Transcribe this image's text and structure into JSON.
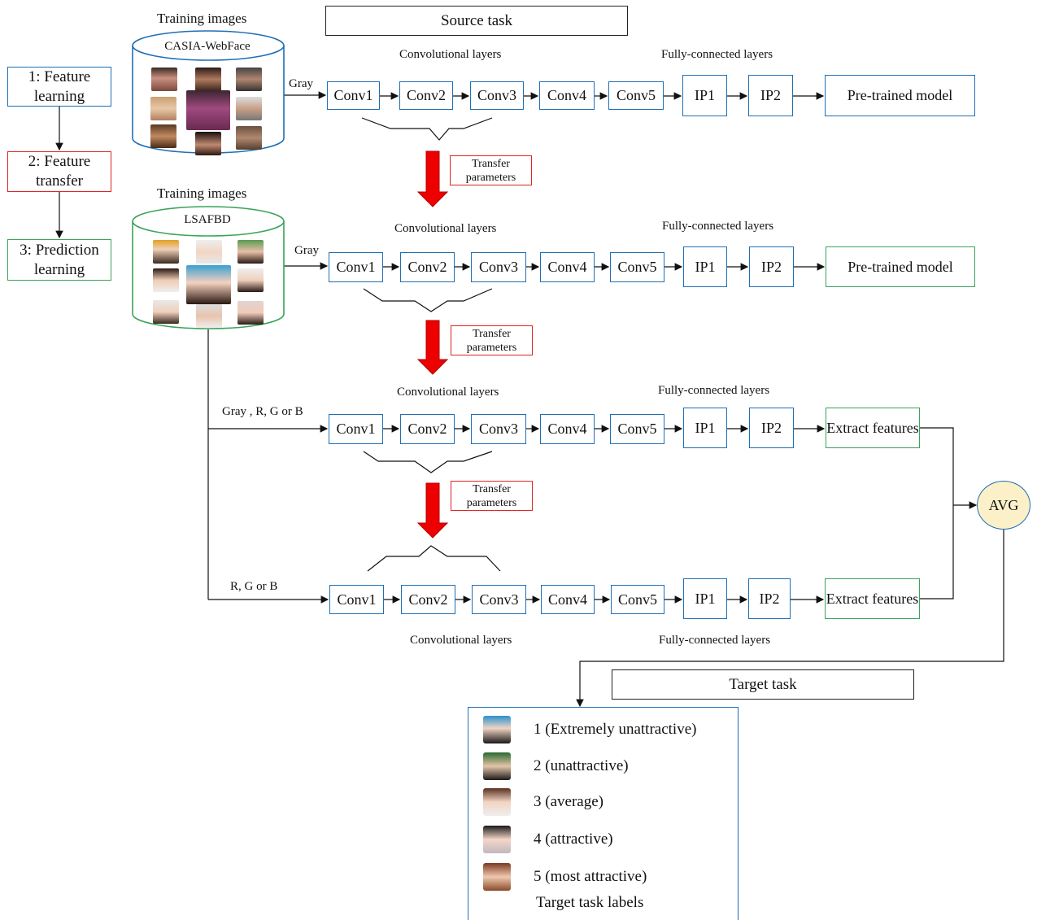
{
  "title_source": "Source task",
  "title_target": "Target task",
  "steps": [
    "1: Feature learning",
    "2: Feature transfer",
    "3: Prediction learning"
  ],
  "training_images_label": "Training images",
  "db1_name": "CASIA-WebFace",
  "db2_name": "LSAFBD",
  "conv_layers_label": "Convolutional layers",
  "fc_layers_label": "Fully-connected layers",
  "transfer_label": "Transfer parameters",
  "row1": {
    "input": "Gray",
    "end": "Pre-trained model"
  },
  "row2": {
    "input": "Gray",
    "end": "Pre-trained model"
  },
  "row3": {
    "input": "Gray , R, G or B",
    "end": "Extract features"
  },
  "row4": {
    "input": "R, G or B",
    "end": "Extract features"
  },
  "layers": [
    "Conv1",
    "Conv2",
    "Conv3",
    "Conv4",
    "Conv5",
    "IP1",
    "IP2"
  ],
  "avg_label": "AVG",
  "labels": [
    "1 (Extremely unattractive)",
    "2 (unattractive)",
    "3 (average)",
    "4 (attractive)",
    "5 (most attractive)"
  ],
  "labels_caption": "Target task labels",
  "colors": {
    "blue": "#1f6fb5",
    "green": "#3aa35a",
    "red": "#e02424",
    "avg_fill": "#fbf0c8"
  }
}
